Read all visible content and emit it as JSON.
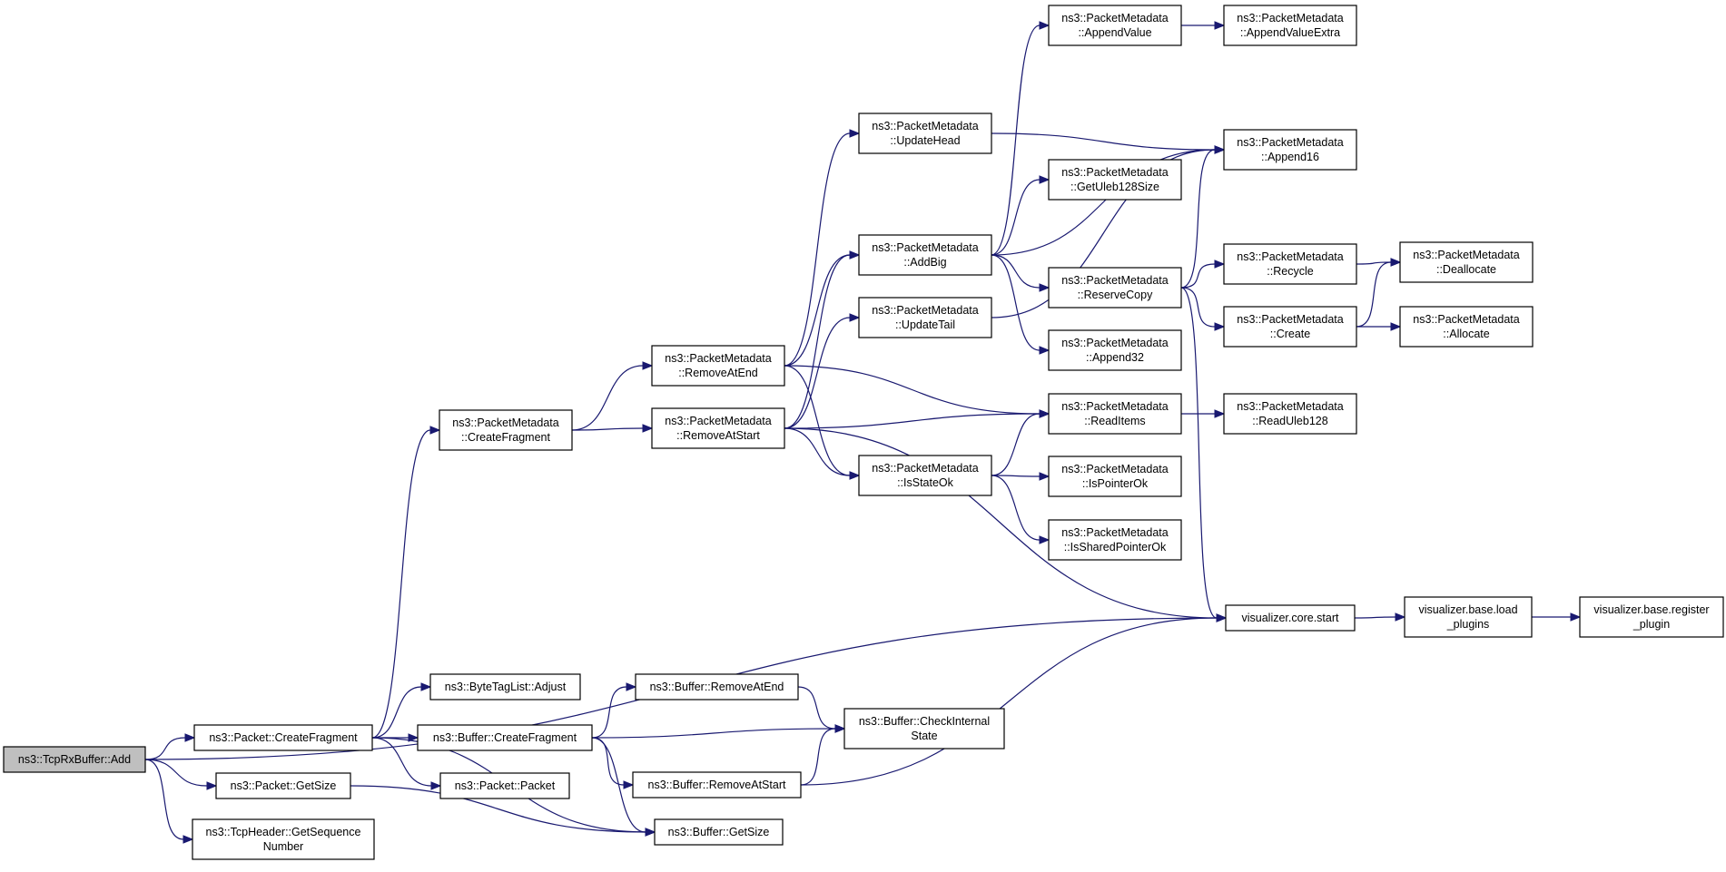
{
  "graph": {
    "edge_color": "#191970",
    "root_fill": "#bfbfbf",
    "nodes": [
      {
        "id": "tcprx_add",
        "lines": [
          "ns3::TcpRxBuffer::Add"
        ],
        "root": true
      },
      {
        "id": "packet_createfragment",
        "lines": [
          "ns3::Packet::CreateFragment"
        ]
      },
      {
        "id": "packet_getsize",
        "lines": [
          "ns3::Packet::GetSize"
        ]
      },
      {
        "id": "tcpheader_getseq",
        "lines": [
          "ns3::TcpHeader::GetSequence",
          "Number"
        ]
      },
      {
        "id": "pm_createfragment",
        "lines": [
          "ns3::PacketMetadata",
          "::CreateFragment"
        ]
      },
      {
        "id": "bytetaglist_adjust",
        "lines": [
          "ns3::ByteTagList::Adjust"
        ]
      },
      {
        "id": "buffer_createfragment",
        "lines": [
          "ns3::Buffer::CreateFragment"
        ]
      },
      {
        "id": "packet_packet",
        "lines": [
          "ns3::Packet::Packet"
        ]
      },
      {
        "id": "buffer_getsize",
        "lines": [
          "ns3::Buffer::GetSize"
        ]
      },
      {
        "id": "pm_removeatend",
        "lines": [
          "ns3::PacketMetadata",
          "::RemoveAtEnd"
        ]
      },
      {
        "id": "pm_removeatstart",
        "lines": [
          "ns3::PacketMetadata",
          "::RemoveAtStart"
        ]
      },
      {
        "id": "buffer_removeatend",
        "lines": [
          "ns3::Buffer::RemoveAtEnd"
        ]
      },
      {
        "id": "buffer_removeatstart",
        "lines": [
          "ns3::Buffer::RemoveAtStart"
        ]
      },
      {
        "id": "buffer_checkinternal",
        "lines": [
          "ns3::Buffer::CheckInternal",
          "State"
        ]
      },
      {
        "id": "pm_updatehead",
        "lines": [
          "ns3::PacketMetadata",
          "::UpdateHead"
        ]
      },
      {
        "id": "pm_addbig",
        "lines": [
          "ns3::PacketMetadata",
          "::AddBig"
        ]
      },
      {
        "id": "pm_updatetail",
        "lines": [
          "ns3::PacketMetadata",
          "::UpdateTail"
        ]
      },
      {
        "id": "pm_isstateok",
        "lines": [
          "ns3::PacketMetadata",
          "::IsStateOk"
        ]
      },
      {
        "id": "pm_appendvalue",
        "lines": [
          "ns3::PacketMetadata",
          "::AppendValue"
        ]
      },
      {
        "id": "pm_getuleb128size",
        "lines": [
          "ns3::PacketMetadata",
          "::GetUleb128Size"
        ]
      },
      {
        "id": "pm_reservecopy",
        "lines": [
          "ns3::PacketMetadata",
          "::ReserveCopy"
        ]
      },
      {
        "id": "pm_append32",
        "lines": [
          "ns3::PacketMetadata",
          "::Append32"
        ]
      },
      {
        "id": "pm_readitems",
        "lines": [
          "ns3::PacketMetadata",
          "::ReadItems"
        ]
      },
      {
        "id": "pm_ispointerok",
        "lines": [
          "ns3::PacketMetadata",
          "::IsPointerOk"
        ]
      },
      {
        "id": "pm_issharedpointerok",
        "lines": [
          "ns3::PacketMetadata",
          "::IsSharedPointerOk"
        ]
      },
      {
        "id": "viz_core_start",
        "lines": [
          "visualizer.core.start"
        ]
      },
      {
        "id": "pm_appendvalueextra",
        "lines": [
          "ns3::PacketMetadata",
          "::AppendValueExtra"
        ]
      },
      {
        "id": "pm_append16",
        "lines": [
          "ns3::PacketMetadata",
          "::Append16"
        ]
      },
      {
        "id": "pm_recycle",
        "lines": [
          "ns3::PacketMetadata",
          "::Recycle"
        ]
      },
      {
        "id": "pm_create",
        "lines": [
          "ns3::PacketMetadata",
          "::Create"
        ]
      },
      {
        "id": "pm_readuleb128",
        "lines": [
          "ns3::PacketMetadata",
          "::ReadUleb128"
        ]
      },
      {
        "id": "viz_base_load_plugins",
        "lines": [
          "visualizer.base.load",
          "_plugins"
        ]
      },
      {
        "id": "pm_deallocate",
        "lines": [
          "ns3::PacketMetadata",
          "::Deallocate"
        ]
      },
      {
        "id": "pm_allocate",
        "lines": [
          "ns3::PacketMetadata",
          "::Allocate"
        ]
      },
      {
        "id": "viz_base_register_plugin",
        "lines": [
          "visualizer.base.register",
          "_plugin"
        ]
      }
    ],
    "edges": [
      [
        "tcprx_add",
        "packet_createfragment"
      ],
      [
        "tcprx_add",
        "packet_getsize"
      ],
      [
        "tcprx_add",
        "tcpheader_getseq"
      ],
      [
        "tcprx_add",
        "viz_core_start"
      ],
      [
        "packet_createfragment",
        "pm_createfragment"
      ],
      [
        "packet_createfragment",
        "bytetaglist_adjust"
      ],
      [
        "packet_createfragment",
        "buffer_createfragment"
      ],
      [
        "packet_createfragment",
        "packet_packet"
      ],
      [
        "packet_createfragment",
        "buffer_getsize"
      ],
      [
        "packet_getsize",
        "buffer_getsize"
      ],
      [
        "pm_createfragment",
        "pm_removeatend"
      ],
      [
        "pm_createfragment",
        "pm_removeatstart"
      ],
      [
        "buffer_createfragment",
        "buffer_removeatend"
      ],
      [
        "buffer_createfragment",
        "buffer_checkinternal"
      ],
      [
        "buffer_createfragment",
        "buffer_removeatstart"
      ],
      [
        "buffer_createfragment",
        "buffer_getsize"
      ],
      [
        "buffer_removeatend",
        "buffer_checkinternal"
      ],
      [
        "buffer_removeatstart",
        "buffer_checkinternal"
      ],
      [
        "buffer_removeatstart",
        "viz_core_start"
      ],
      [
        "pm_removeatend",
        "pm_updatehead"
      ],
      [
        "pm_removeatend",
        "pm_addbig"
      ],
      [
        "pm_removeatend",
        "pm_readitems"
      ],
      [
        "pm_removeatend",
        "pm_isstateok"
      ],
      [
        "pm_removeatstart",
        "pm_addbig"
      ],
      [
        "pm_removeatstart",
        "pm_updatetail"
      ],
      [
        "pm_removeatstart",
        "pm_readitems"
      ],
      [
        "pm_removeatstart",
        "pm_isstateok"
      ],
      [
        "pm_removeatstart",
        "viz_core_start"
      ],
      [
        "pm_updatehead",
        "pm_append16"
      ],
      [
        "pm_updatetail",
        "pm_append16"
      ],
      [
        "pm_addbig",
        "pm_appendvalue"
      ],
      [
        "pm_addbig",
        "pm_append16"
      ],
      [
        "pm_addbig",
        "pm_getuleb128size"
      ],
      [
        "pm_addbig",
        "pm_reservecopy"
      ],
      [
        "pm_addbig",
        "pm_append32"
      ],
      [
        "pm_isstateok",
        "pm_readitems"
      ],
      [
        "pm_isstateok",
        "pm_ispointerok"
      ],
      [
        "pm_isstateok",
        "pm_issharedpointerok"
      ],
      [
        "pm_appendvalue",
        "pm_appendvalueextra"
      ],
      [
        "pm_reservecopy",
        "pm_append16"
      ],
      [
        "pm_reservecopy",
        "pm_recycle"
      ],
      [
        "pm_reservecopy",
        "pm_create"
      ],
      [
        "pm_reservecopy",
        "viz_core_start"
      ],
      [
        "pm_readitems",
        "pm_readuleb128"
      ],
      [
        "pm_recycle",
        "pm_deallocate"
      ],
      [
        "pm_create",
        "pm_deallocate"
      ],
      [
        "pm_create",
        "pm_allocate"
      ],
      [
        "viz_core_start",
        "viz_base_load_plugins"
      ],
      [
        "viz_base_load_plugins",
        "viz_base_register_plugin"
      ]
    ]
  }
}
